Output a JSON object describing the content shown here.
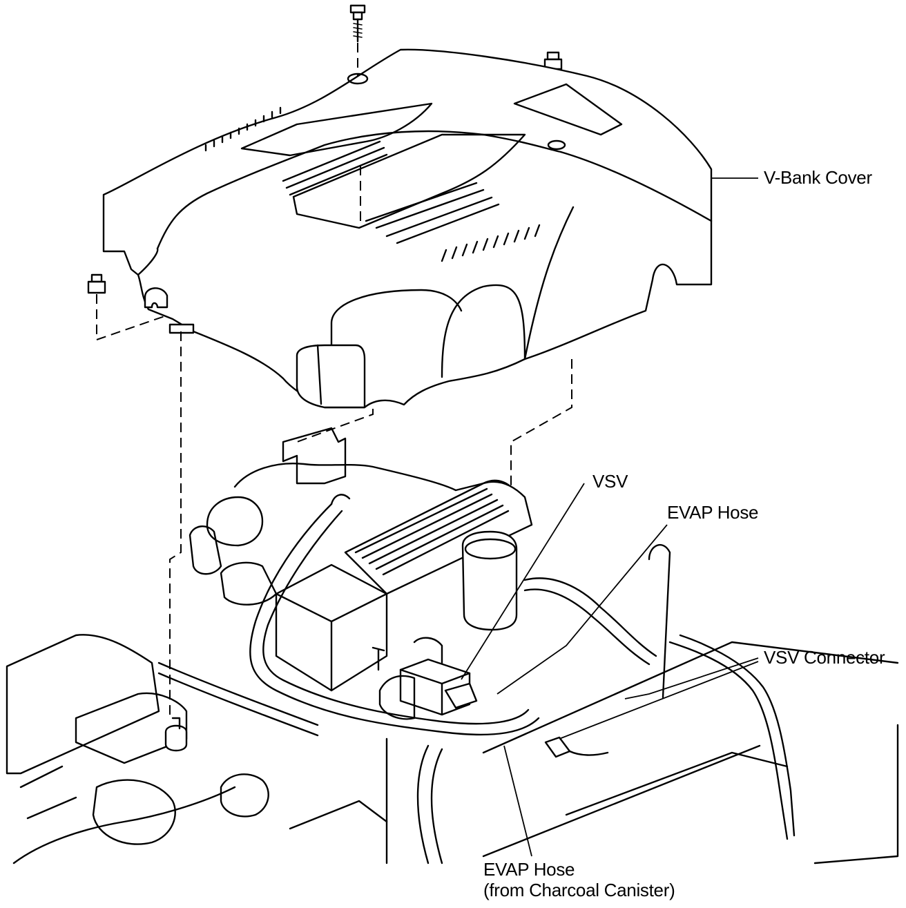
{
  "labels": {
    "v_bank_cover": "V-Bank Cover",
    "vsv": "VSV",
    "evap_hose": "EVAP Hose",
    "vsv_connector": "VSV Connector",
    "evap_hose_canister_line1": "EVAP Hose",
    "evap_hose_canister_line2": "(from Charcoal Canister)"
  },
  "colors": {
    "ink": "#000000",
    "background": "#ffffff"
  }
}
